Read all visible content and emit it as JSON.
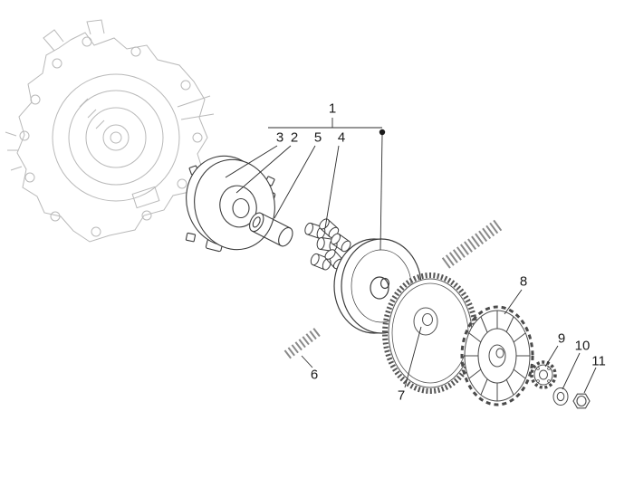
{
  "callouts": [
    {
      "label": "1"
    },
    {
      "label": "2"
    },
    {
      "label": "3"
    },
    {
      "label": "4"
    },
    {
      "label": "5"
    },
    {
      "label": "6"
    },
    {
      "label": "7"
    },
    {
      "label": "8"
    },
    {
      "label": "9"
    },
    {
      "label": "10"
    },
    {
      "label": "11"
    }
  ],
  "colors": {
    "line": "#3c3c3c",
    "faint_line": "#b9b9b9",
    "hatch": "#8a8a8a",
    "leader": "#2e2e2e",
    "background": "#ffffff"
  }
}
